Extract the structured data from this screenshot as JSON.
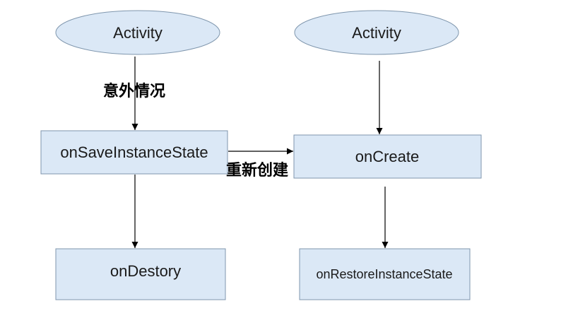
{
  "colors": {
    "node_fill": "#dbe8f6",
    "node_stroke": "#7f96ad",
    "edge": "#000000"
  },
  "nodes": {
    "activity_left": "Activity",
    "activity_right": "Activity",
    "on_save_instance_state": "onSaveInstanceState",
    "on_create": "onCreate",
    "on_destory": "onDestory",
    "on_restore_instance_state": "onRestoreInstanceState"
  },
  "edge_labels": {
    "unexpected": "意外情况",
    "recreate": "重新创建"
  }
}
